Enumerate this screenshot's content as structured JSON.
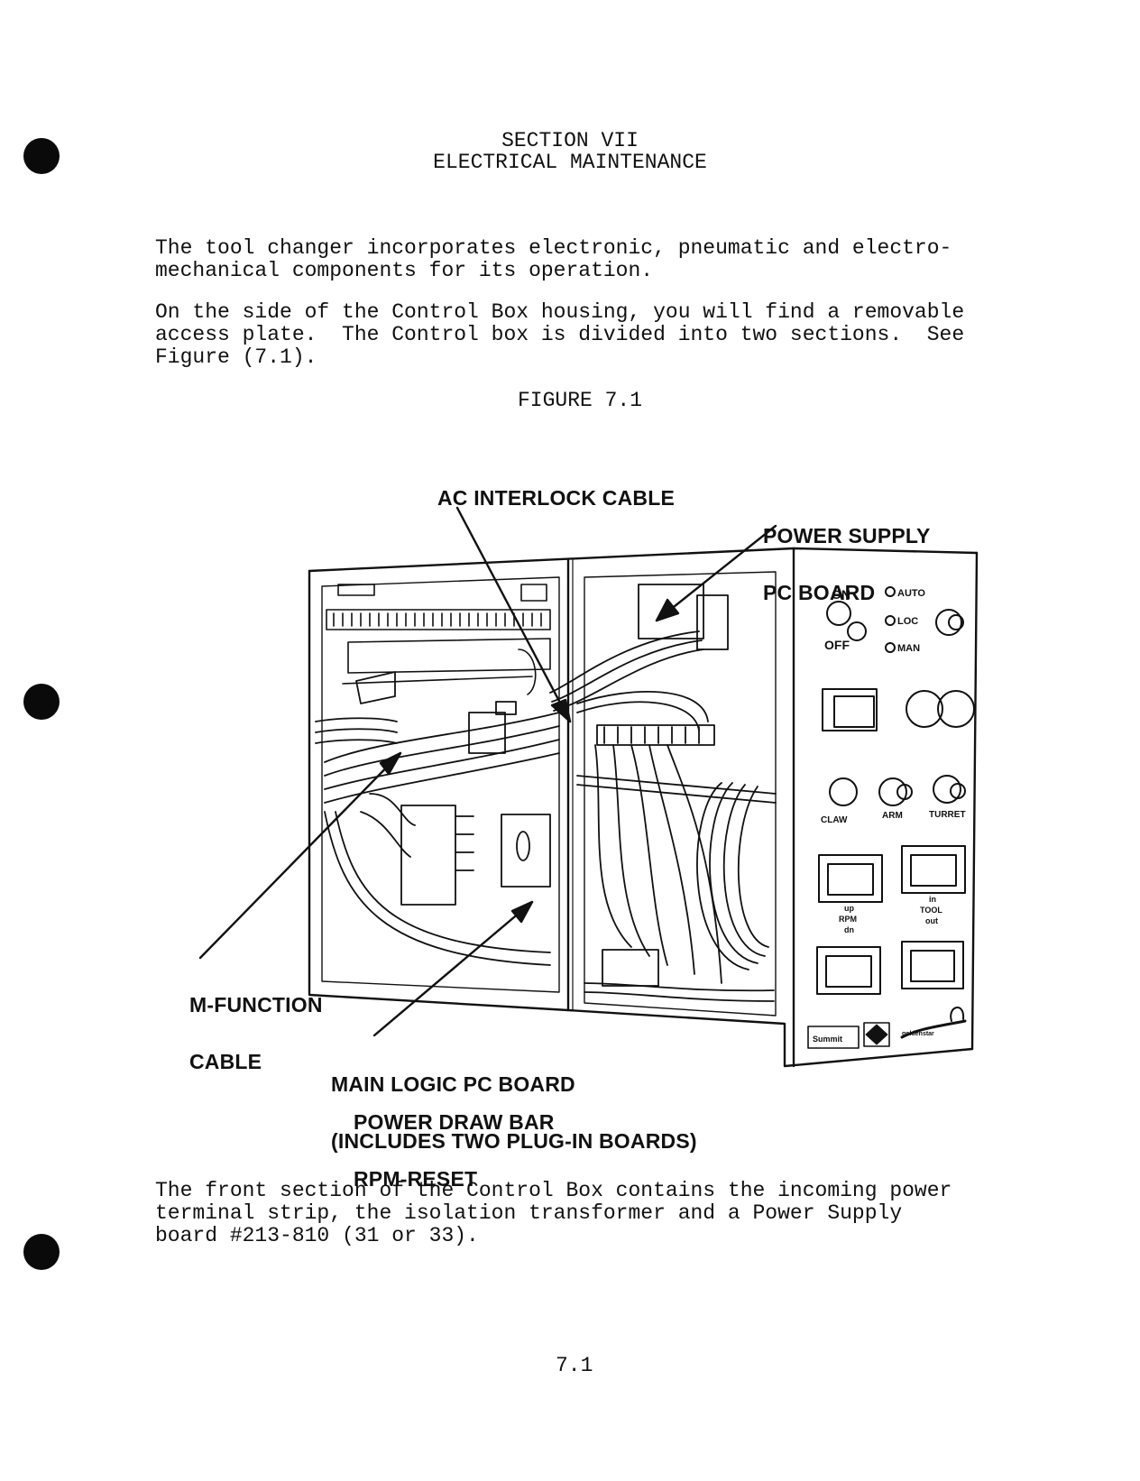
{
  "header": {
    "section": "SECTION VII",
    "title": "ELECTRICAL MAINTENANCE"
  },
  "intro": {
    "p1": [
      "The tool changer incorporates electronic, pneumatic and electro-",
      "mechanical components for its operation."
    ],
    "p2": [
      "On the side of the Control Box housing, you will find a removable",
      "access plate.  The Control box is divided into two sections.  See",
      "Figure (7.1)."
    ]
  },
  "figure": {
    "caption": "FIGURE 7.1",
    "labels": {
      "ac_interlock": "AC INTERLOCK CABLE",
      "power_supply": [
        "POWER SUPPLY",
        "PC BOARD"
      ],
      "m_function": [
        "M-FUNCTION",
        "CABLE"
      ],
      "main_logic": [
        "MAIN LOGIC PC BOARD",
        "(INCLUDES TWO PLUG-IN BOARDS)"
      ],
      "main_logic_sub": [
        "POWER DRAW BAR",
        "RPM-RESET"
      ]
    },
    "panel": {
      "on": "ON",
      "off": "OFF",
      "auto": "AUTO",
      "loc": "LOC",
      "man": "MAN",
      "claw": "CLAW",
      "arm": "ARM",
      "turret": "TURRET",
      "up": "up",
      "rpm": "RPM",
      "dn": "dn",
      "in": "in",
      "tool": "TOOL",
      "out": "out",
      "summit": "Summit",
      "brand": "goldenstar"
    }
  },
  "closing": {
    "p1": [
      "The front section of the Control Box contains the incoming power",
      "terminal strip, the isolation transformer and a Power Supply",
      "board #213-810 (31 or 33)."
    ]
  },
  "footer": {
    "page_number": "7.1"
  }
}
